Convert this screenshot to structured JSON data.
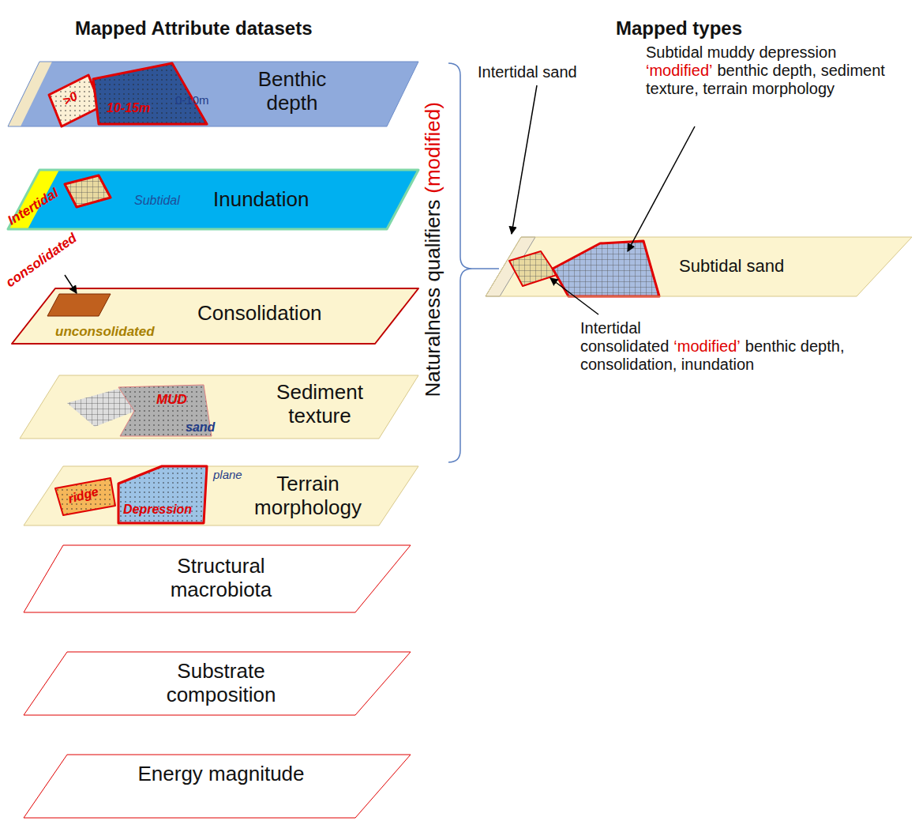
{
  "diagram": {
    "nodes": [
      {
        "text": [
          "Benthic depth",
          "0-10m"
        ]
      },
      {
        "text": [
          ">0"
        ],
        "in": 0
      },
      {
        "text": [
          "10-15m"
        ],
        "in": 0
      },
      {
        "text": [
          "Inundation",
          "Subtidal"
        ]
      },
      {
        "text": [
          "Intertidal"
        ],
        "in": 3
      },
      {
        "text": [
          "Consolidation",
          "unconsolidated"
        ]
      },
      {
        "text": [
          "consolidated"
        ],
        "in": 5
      },
      {
        "text": [
          "Sediment texture",
          "sand"
        ]
      },
      {
        "text": [
          "MUD"
        ],
        "in": 7
      },
      {
        "text": [
          "Terrain morphology",
          "plane"
        ]
      },
      {
        "text": [
          "ridge"
        ],
        "in": 9
      },
      {
        "text": [
          "Depression"
        ],
        "in": 9
      },
      {
        "text": [
          "Structural macrobiota"
        ]
      },
      {
        "text": [
          "Substrate composition"
        ]
      },
      {
        "text": [
          "Energy magnitude"
        ]
      },
      {
        "text": [
          "Subtidal sand"
        ]
      }
    ],
    "labels": [
      "Mapped Attribute datasets",
      "Mapped types",
      "Naturalness qualifiers",
      "(modified)",
      "Intertidal sand",
      "Subtidal muddy depression",
      "‘modified’",
      "benthic depth, sediment texture, terrain morphology",
      "Intertidal consolidated",
      "‘modified’",
      "benthic depth, consolidation, inundation"
    ]
  }
}
